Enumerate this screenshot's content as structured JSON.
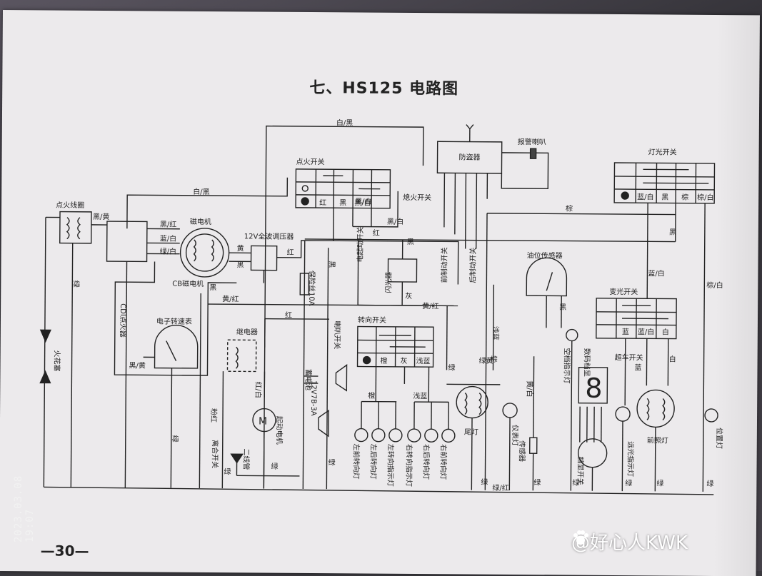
{
  "title": "七、HS125 电路图",
  "page_number": "—30—",
  "timestamp": "2023.03.08 19:07",
  "watermark": "@好心人KWK",
  "labels": {
    "ignition_coil": "点火线圈",
    "cdi": "CDI点火器",
    "magneto": "磁电机",
    "cb_magneto": "CB磁电机",
    "regulator": "12V全波调压器",
    "ignition_switch": "点火开关",
    "flameout_switch": "熄火开关",
    "anti_theft": "防盗器",
    "alarm_horn": "报警喇叭",
    "light_switch": "灯光开关",
    "tachometer": "电子转速表",
    "relay": "继电器",
    "fuse": "保险丝10A",
    "battery": "蓄电池",
    "battery_spec": "12V7B-3A",
    "start_motor": "起动电机",
    "diode": "二线管",
    "clutch_switch": "离合开关",
    "spark_plug": "火花塞",
    "start_switch": "电起动开关",
    "flasher": "闪光器",
    "front_brake": "前制动开关",
    "rear_brake": "后制动开关",
    "horn_switch": "喇叭开关",
    "turn_switch": "转向开关",
    "fuel_sensor": "油位传感器",
    "dimmer_switch": "变光开关",
    "overtake_switch": "超车开关",
    "neutral_lamp": "空档指示灯",
    "gear_display": "数码档显",
    "high_beam_lamp": "远光指示灯",
    "headlight": "前照灯",
    "position_lamp": "位置灯",
    "tail_lamp": "尾灯",
    "meter_lamp": "仪表灯",
    "sensor": "传感器",
    "gear_switch": "档显开关",
    "left_front_turn": "左前转向灯",
    "left_rear_turn": "左后转向灯",
    "left_turn_ind": "左转向指示灯",
    "right_turn_ind": "右转向指示灯",
    "right_rear_turn": "右后转向灯",
    "right_front_turn": "右前转向灯"
  },
  "wires": {
    "white_black": "白/黑",
    "black_yellow": "黑/黄",
    "black_red": "黑/红",
    "blue_white": "蓝/白",
    "green_white": "绿/白",
    "yellow": "黄",
    "red": "红",
    "black": "黑",
    "green": "绿",
    "yellow_red": "黄/红",
    "black_white": "黑/白",
    "brown": "棕",
    "brown_white": "棕/白",
    "gray": "灰",
    "orange": "橙",
    "light_blue": "浅蓝",
    "green_yellow": "绿黄",
    "yellow_white": "黄/白",
    "pink_red": "粉红",
    "red_white": "红/白",
    "green_red": "绿/红",
    "blue": "蓝",
    "white": "白"
  },
  "table_cells": {
    "ign": [
      "红",
      "黑",
      "黑/白"
    ],
    "light": [
      "蓝/白",
      "黑",
      "棕",
      "棕/白"
    ],
    "turn": [
      "橙",
      "灰",
      "浅蓝"
    ],
    "dimmer": [
      "蓝",
      "蓝/白",
      "白"
    ]
  }
}
